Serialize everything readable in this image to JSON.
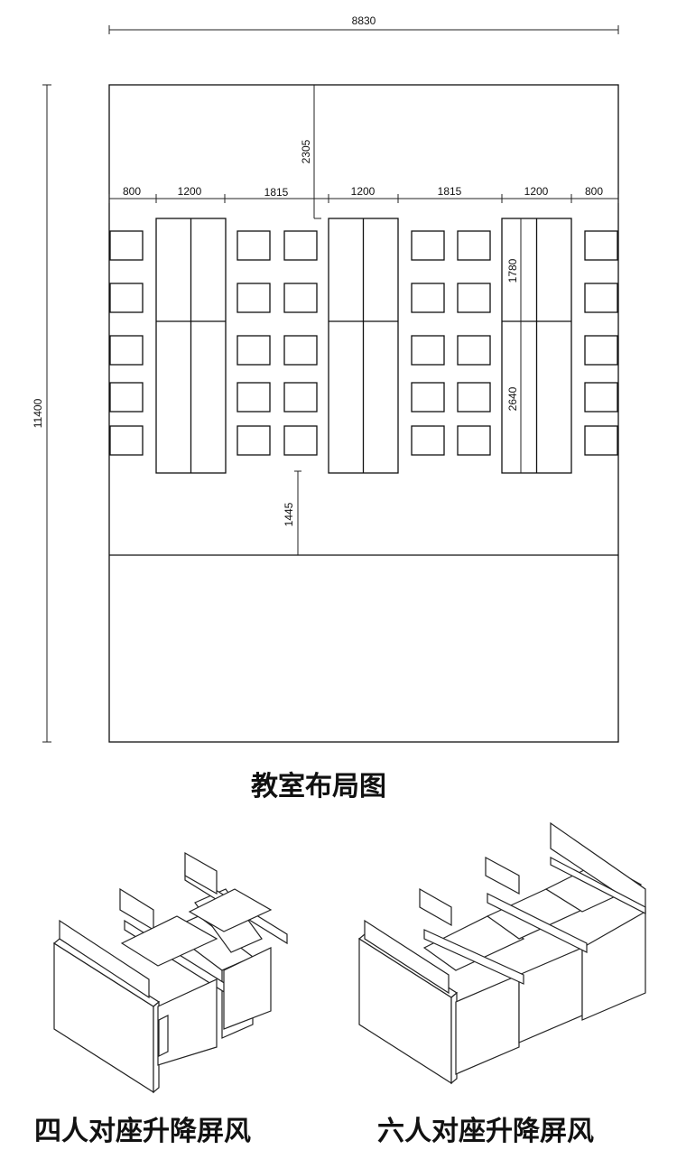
{
  "plan": {
    "title": "教室布局图",
    "total_width": "8830",
    "total_depth": "11400",
    "front_clearance": "2305",
    "rear_clearance": "1445",
    "segments": [
      "800",
      "1200",
      "1815",
      "1200",
      "1815",
      "1200",
      "800"
    ],
    "desk_row_depth": "1780",
    "desk_block_depth": "2640"
  },
  "products": [
    {
      "label": "四人对座升降屏风"
    },
    {
      "label": "六人对座升降屏风"
    }
  ]
}
